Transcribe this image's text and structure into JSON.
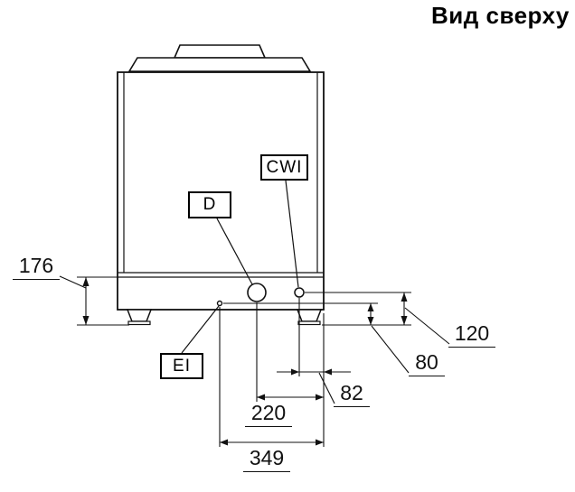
{
  "title": "Вид сверху",
  "port_labels": {
    "d": "D",
    "cwi": "CWI",
    "ei": "EI"
  },
  "dimensions": {
    "height_band": "176",
    "height_cwi": "120",
    "height_ei": "80",
    "offset_cwi": "82",
    "offset_d": "220",
    "offset_ei": "349"
  },
  "colors": {
    "line": "#111111",
    "background": "#ffffff"
  }
}
